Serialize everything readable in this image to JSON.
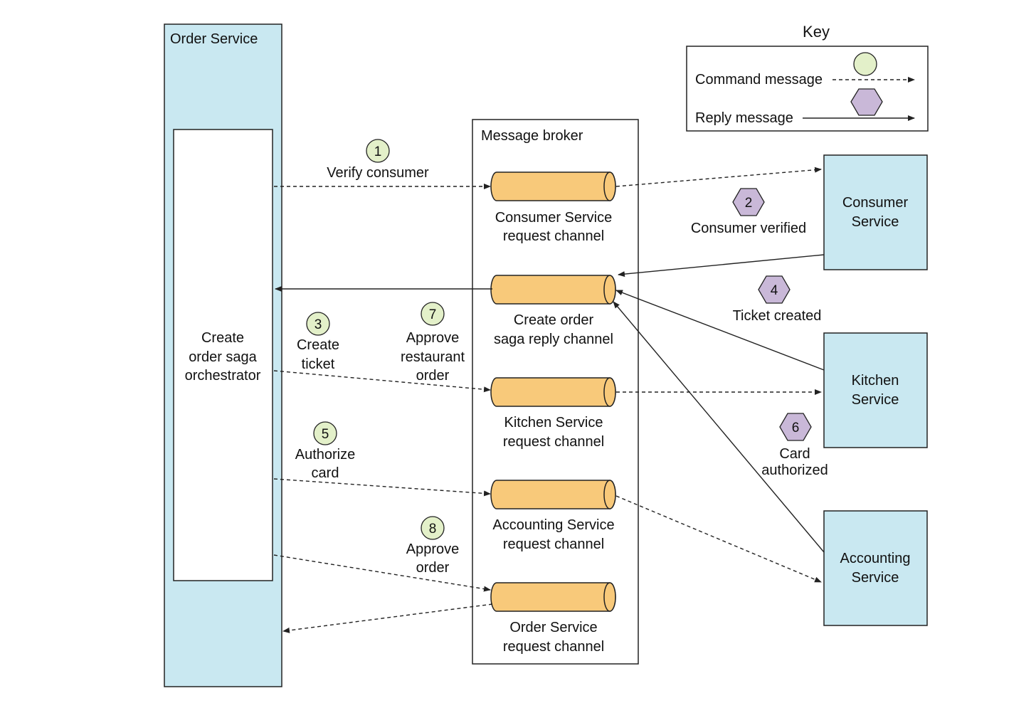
{
  "order_service": {
    "title": "Order Service"
  },
  "orchestrator": {
    "lines": [
      "Create",
      "order saga",
      "orchestrator"
    ]
  },
  "message_broker": {
    "title": "Message broker"
  },
  "channels": [
    {
      "lines": [
        "Consumer Service",
        "request channel"
      ]
    },
    {
      "lines": [
        "Create order",
        "saga reply channel"
      ]
    },
    {
      "lines": [
        "Kitchen Service",
        "request channel"
      ]
    },
    {
      "lines": [
        "Accounting Service",
        "request channel"
      ]
    },
    {
      "lines": [
        "Order Service",
        "request channel"
      ]
    }
  ],
  "services": [
    {
      "lines": [
        "Consumer",
        "Service"
      ]
    },
    {
      "lines": [
        "Kitchen",
        "Service"
      ]
    },
    {
      "lines": [
        "Accounting",
        "Service"
      ]
    }
  ],
  "steps": [
    {
      "num": "1",
      "kind": "command",
      "lines": [
        "Verify consumer"
      ]
    },
    {
      "num": "2",
      "kind": "reply",
      "lines": [
        "Consumer verified"
      ]
    },
    {
      "num": "3",
      "kind": "command",
      "lines": [
        "Create",
        "ticket"
      ]
    },
    {
      "num": "4",
      "kind": "reply",
      "lines": [
        "Ticket created"
      ]
    },
    {
      "num": "5",
      "kind": "command",
      "lines": [
        "Authorize",
        "card"
      ]
    },
    {
      "num": "6",
      "kind": "reply",
      "lines": [
        "Card",
        "authorized"
      ]
    },
    {
      "num": "7",
      "kind": "command",
      "lines": [
        "Approve",
        "restaurant",
        "order"
      ]
    },
    {
      "num": "8",
      "kind": "command",
      "lines": [
        "Approve",
        "order"
      ]
    }
  ],
  "key": {
    "title": "Key",
    "command_label": "Command message",
    "reply_label": "Reply message"
  },
  "colors": {
    "service_fill": "#c9e8f1",
    "channel_fill": "#f8c97a",
    "command_fill": "#e3f0c9",
    "reply_fill": "#c9b8d8",
    "stroke": "#222222"
  }
}
